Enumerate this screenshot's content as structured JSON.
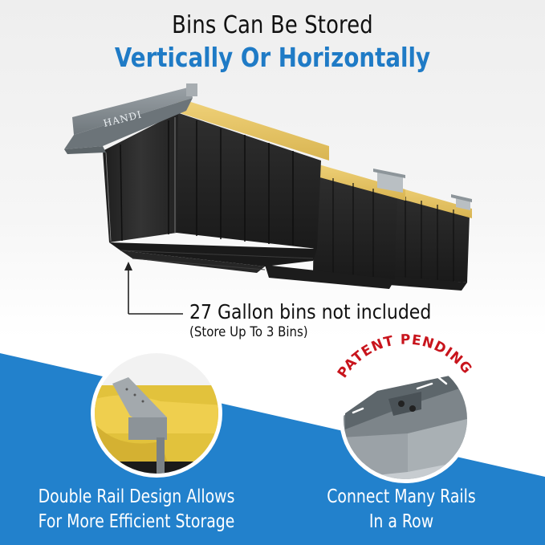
{
  "header": {
    "line1": "Bins Can Be Stored",
    "line2": "Vertically Or Horizontally"
  },
  "product": {
    "brand_logo": "HANDI",
    "bin_count_shown": 3
  },
  "callout": {
    "main": "27 Gallon bins not included",
    "sub": "(Store Up To 3 Bins)"
  },
  "badge": {
    "text": "PATENT PENDING"
  },
  "features": [
    {
      "line1": "Double Rail Design Allows",
      "line2": "For More Efficient Storage"
    },
    {
      "line1": "Connect Many Rails",
      "line2": "In a Row"
    }
  ],
  "colors": {
    "accent_blue": "#2281cc",
    "headline_blue": "#1f7bc6",
    "patent_red": "#c8141c",
    "bin_lid_yellow": "#e8c766",
    "bin_black": "#2a2a2a",
    "rail_gray": "#8a9196"
  }
}
